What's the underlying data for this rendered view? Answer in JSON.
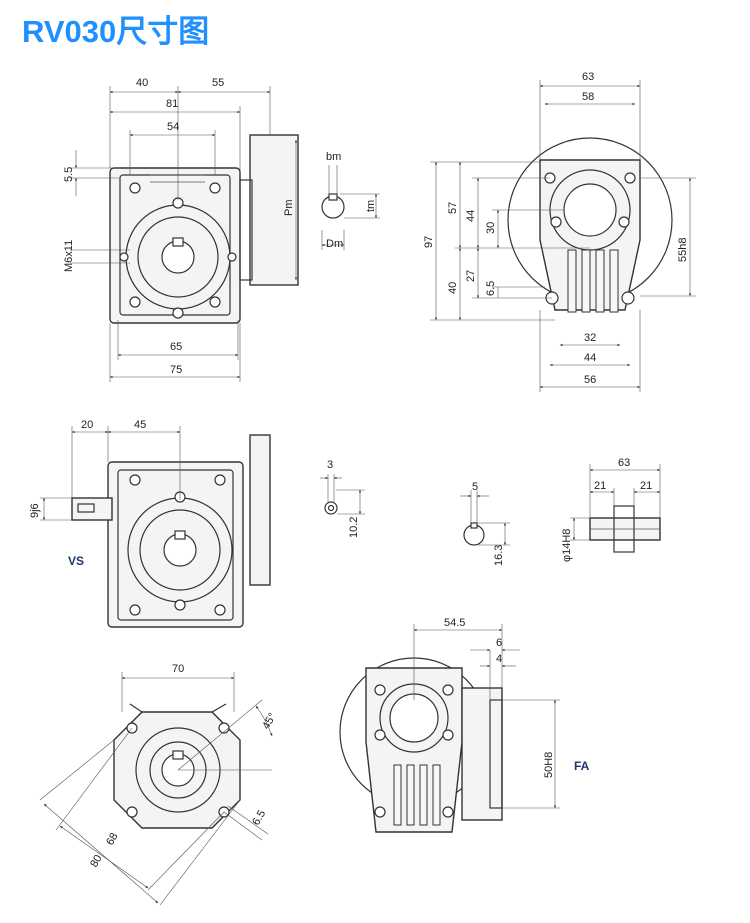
{
  "title": "RV030尺寸图",
  "colors": {
    "title": "#1e90ff",
    "labels": "#1a3a6e",
    "line": "#333333"
  },
  "variant_labels": {
    "vs": "VS",
    "fa": "FA"
  },
  "dims": {
    "v1": {
      "a": "40",
      "b": "55",
      "c": "81",
      "d": "54",
      "e": "5.5",
      "f": "M6x11",
      "g": "65",
      "h": "75",
      "pm": "Pm"
    },
    "key": {
      "bm": "bm",
      "tm": "tm",
      "dm": "Dm"
    },
    "v2": {
      "a": "63",
      "b": "58",
      "c": "97",
      "d": "57",
      "e": "44",
      "f": "30",
      "g": "27",
      "h": "40",
      "i": "6.5",
      "j": "55h8",
      "k": "32",
      "l": "44",
      "m": "56"
    },
    "vs": {
      "a": "20",
      "b": "45",
      "c": "9j6"
    },
    "key2": {
      "a": "3",
      "b": "10.2"
    },
    "key3": {
      "a": "5",
      "b": "16.3"
    },
    "shaft": {
      "a": "63",
      "b": "21",
      "c": "21",
      "d": "φ14H8"
    },
    "flange": {
      "a": "70",
      "b": "45°",
      "c": "6.5",
      "d": "68",
      "e": "80"
    },
    "fa": {
      "a": "54.5",
      "b": "6",
      "c": "4",
      "d": "50H8"
    }
  }
}
